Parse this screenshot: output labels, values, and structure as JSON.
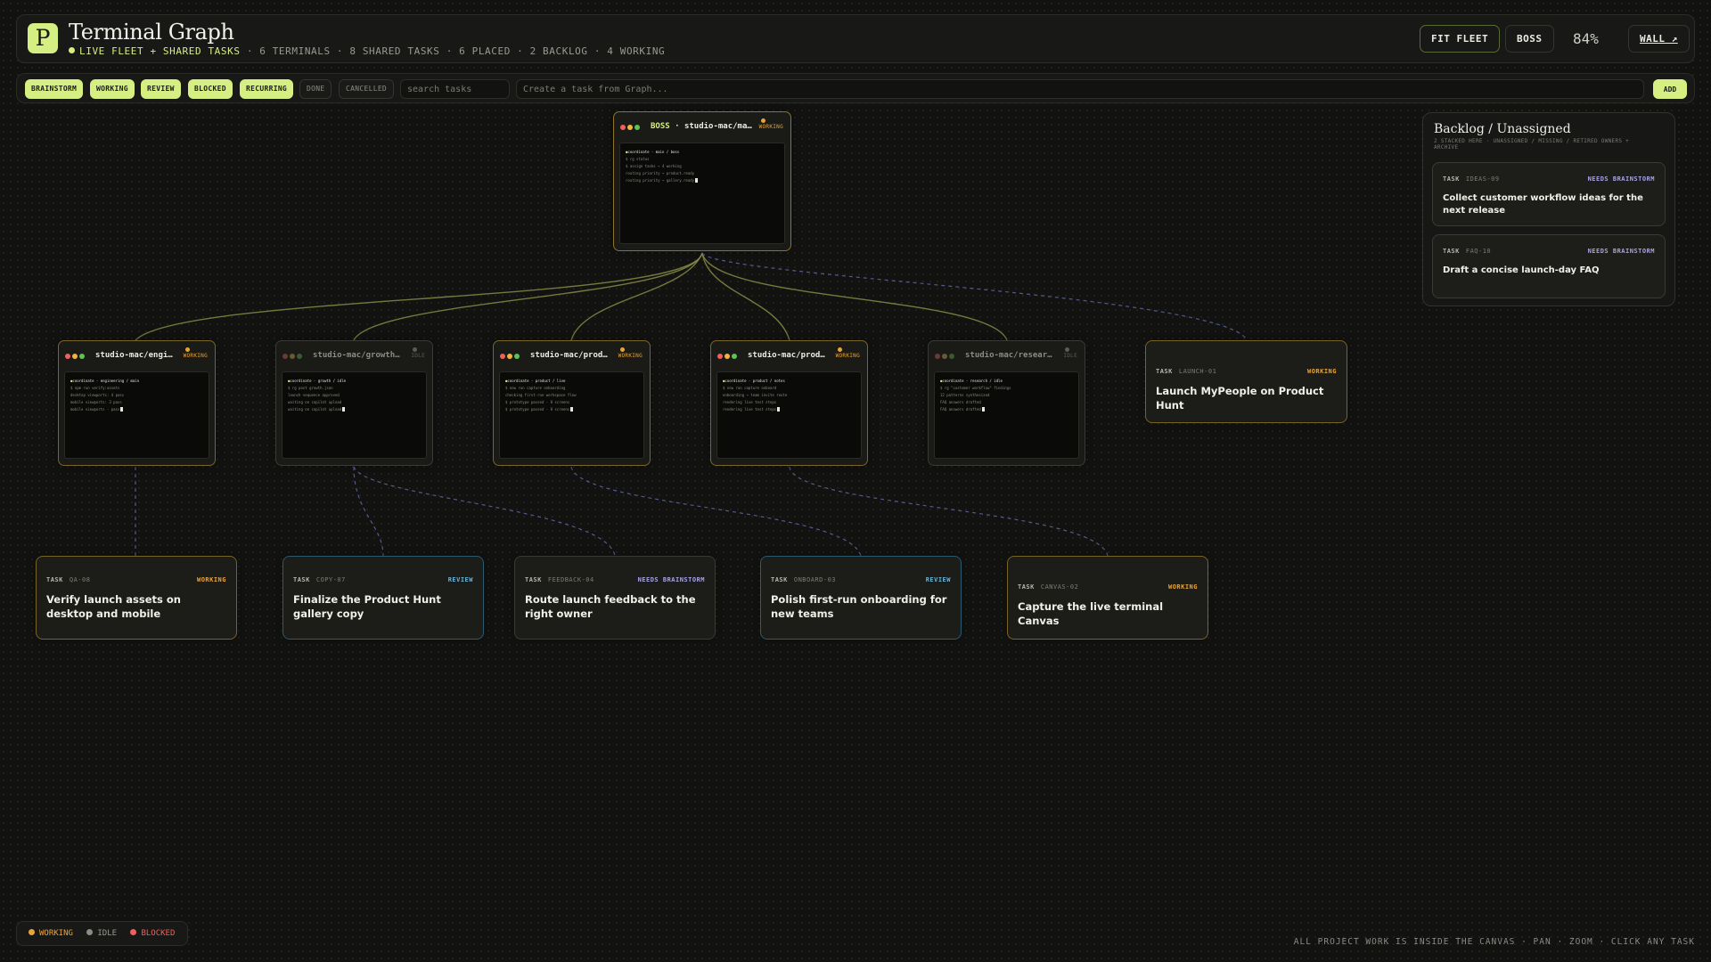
{
  "header": {
    "logo_letter": "P",
    "title": "Terminal Graph",
    "live_label": "LIVE FLEET + SHARED TASKS",
    "stats": "· 6 TERMINALS · 8 SHARED TASKS · 6 PLACED · 2 BACKLOG · 4 WORKING",
    "fit_fleet": "FIT FLEET",
    "boss": "BOSS",
    "zoom": "84%",
    "wall": "WALL ↗"
  },
  "colors": {
    "accent": "#d6ef82",
    "working": "#e8a43a",
    "idle": "#8c8c84",
    "blocked": "#f0605a",
    "review": "#6ab2d4",
    "brainstorm": "#a8a4e4"
  },
  "toolbar": {
    "filters": [
      "BRAINSTORM",
      "WORKING",
      "REVIEW",
      "BLOCKED",
      "RECURRING",
      "DONE",
      "CANCELLED"
    ],
    "search_placeholder": "search tasks",
    "create_placeholder": "Create a task from Graph...",
    "add_label": "ADD"
  },
  "terminals": {
    "boss": {
      "tag": "BOSS",
      "name": "studio-mac/ma…",
      "status": "WORKING",
      "lines": [
        "coordinate · main / boss",
        "$ rg status",
        "$ assign tasks → 4 working",
        "routing priority → product.ready",
        "routing priority → gallery.ready"
      ]
    },
    "t1": {
      "name": "studio-mac/engin…",
      "status": "WORKING",
      "lines": [
        "coordinate · engineering / main",
        "$ npm run verify:assets",
        "desktop viewports: 4 pass",
        "mobile viewports: 3 pass",
        "mobile viewports · pass"
      ]
    },
    "t2": {
      "name": "studio-mac/growth:…",
      "status": "IDLE",
      "lines": [
        "coordinate · growth / idle",
        "$ rg post growth.json",
        "launch sequence approved",
        "waiting on copilot upload",
        "waiting on copilot upload"
      ]
    },
    "t3": {
      "name": "studio-mac/produ…",
      "status": "WORKING",
      "lines": [
        "coordinate · product / live",
        "$ now run capture onboarding",
        "checking first-run workspace flow",
        "$ prototype passed · 8 screens",
        "$ prototype passed · 8 screens"
      ]
    },
    "t4": {
      "name": "studio-mac/produ…",
      "status": "WORKING",
      "lines": [
        "coordinate · product / notes",
        "$ now run capture onboard",
        "onboarding → team invite route",
        "rendering live test steps",
        "rendering live test steps"
      ]
    },
    "t5": {
      "name": "studio-mac/researc…",
      "status": "IDLE",
      "lines": [
        "coordinate · research / idle",
        "$ rg \"customer workflow\" findings",
        "12 patterns synthesized",
        "FAQ answers drafted",
        "FAQ answers drafted"
      ]
    }
  },
  "tasks": {
    "launch": {
      "label": "TASK",
      "id": "LAUNCH-01",
      "badge": "WORKING",
      "title": "Launch MyPeople on Product Hunt"
    },
    "qa": {
      "label": "TASK",
      "id": "QA-08",
      "badge": "WORKING",
      "title": "Verify launch assets on desktop and mobile"
    },
    "copy": {
      "label": "TASK",
      "id": "COPY-07",
      "badge": "REVIEW",
      "title": "Finalize the Product Hunt gallery copy"
    },
    "feedback": {
      "label": "TASK",
      "id": "FEEDBACK-04",
      "badge": "NEEDS BRAINSTORM",
      "title": "Route launch feedback to the right owner"
    },
    "onboard": {
      "label": "TASK",
      "id": "ONBOARD-03",
      "badge": "REVIEW",
      "title": "Polish first-run onboarding for new teams"
    },
    "canvas": {
      "label": "TASK",
      "id": "CANVAS-02",
      "badge": "WORKING",
      "title": "Capture the live terminal Canvas"
    }
  },
  "backlog": {
    "title": "Backlog / Unassigned",
    "subtitle": "2 STACKED HERE · UNASSIGNED / MISSING / RETIRED OWNERS + ARCHIVE",
    "items": [
      {
        "label": "TASK",
        "id": "IDEAS-09",
        "badge": "NEEDS BRAINSTORM",
        "title": "Collect customer workflow ideas for the next release"
      },
      {
        "label": "TASK",
        "id": "FAQ-10",
        "badge": "NEEDS BRAINSTORM",
        "title": "Draft a concise launch-day FAQ"
      }
    ]
  },
  "legend": {
    "working": "WORKING",
    "idle": "IDLE",
    "blocked": "BLOCKED"
  },
  "footer": {
    "hint": "ALL PROJECT WORK IS INSIDE THE CANVAS · PAN · ZOOM · CLICK ANY TASK"
  }
}
